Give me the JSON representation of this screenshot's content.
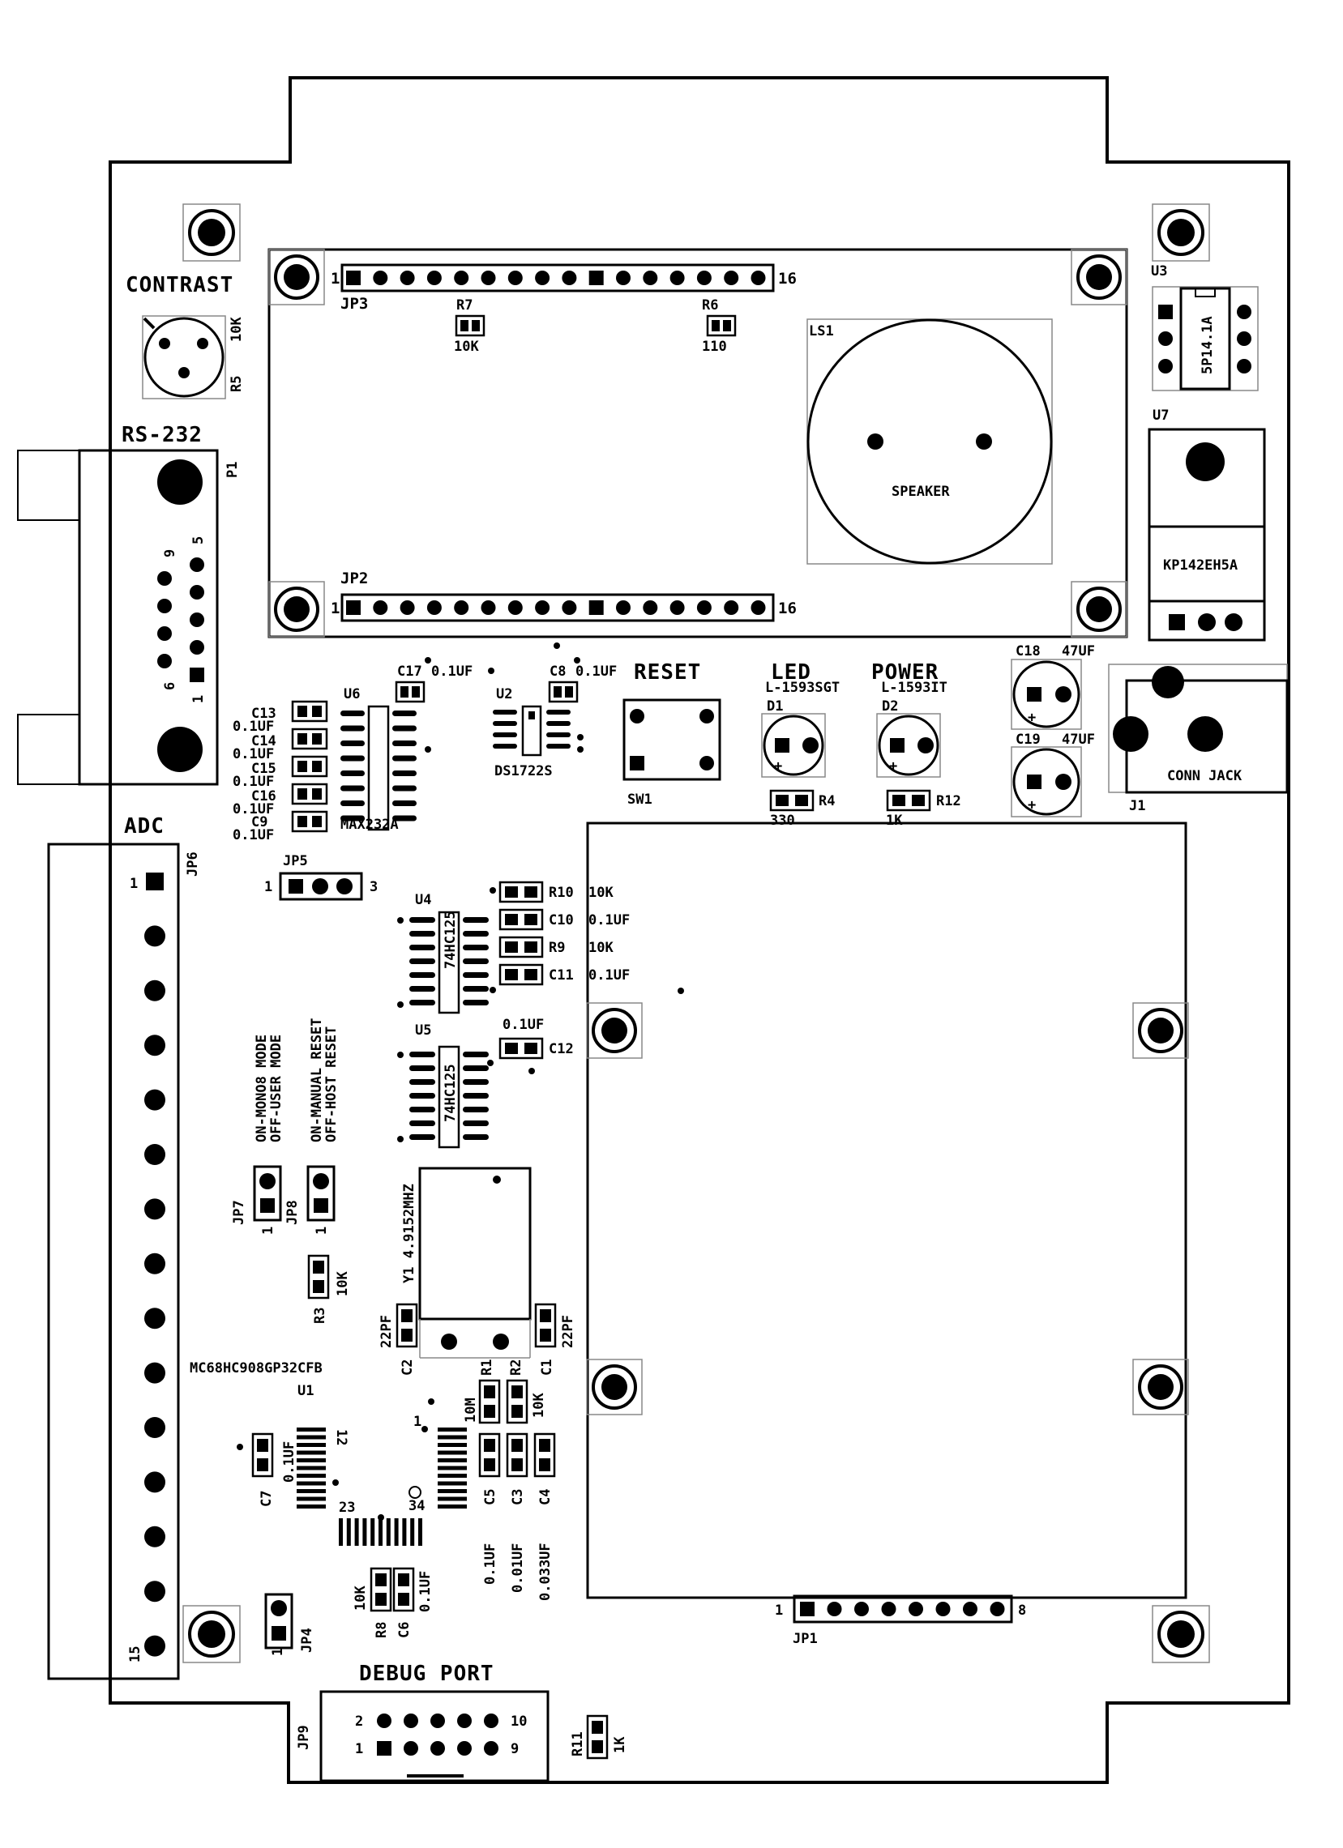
{
  "headers": {
    "contrast": "CONTRAST",
    "rs232": "RS-232",
    "adc": "ADC",
    "reset": "RESET",
    "led": "LED",
    "power": "POWER",
    "debug_port": "DEBUG PORT"
  },
  "lcd": {
    "jp3": "JP3",
    "jp2": "JP2",
    "pin_first": "1",
    "pin_last": "16"
  },
  "resistors": {
    "r7": "R7",
    "r7_val": "10K",
    "r6": "R6",
    "r6_val": "110",
    "r5": "R5",
    "r5_val": "10K",
    "r4": "R4",
    "r4_val": "330",
    "r12": "R12",
    "r12_val": "1K",
    "r10": "R10",
    "r10_val": "10K",
    "r9": "R9",
    "r9_val": "10K",
    "r3": "R3",
    "r3_val": "10K",
    "r1": "R1",
    "r1_val": "10M",
    "r2": "R2",
    "r2_val": "10K",
    "r8": "R8",
    "r8_val": "10K",
    "r11": "R11",
    "r11_val": "1K"
  },
  "capacitors": {
    "c13": "C13",
    "c14": "C14",
    "c15": "C15",
    "c16": "C16",
    "c9": "C9",
    "c_val_01": "0.1UF",
    "c17": "C17",
    "c17_val": "0.1UF",
    "c8": "C8",
    "c8_val": "0.1UF",
    "c18": "C18",
    "c18_val": "47UF",
    "c19": "C19",
    "c19_val": "47UF",
    "c10": "C10",
    "c10_val": "0.1UF",
    "c11": "C11",
    "c11_val": "0.1UF",
    "c12": "C12",
    "c12_val": "0.1UF",
    "c2": "C2",
    "c2_val": "22PF",
    "c1": "C1",
    "c1_val": "22PF",
    "c7": "C7",
    "c7_val": "0.1UF",
    "c5": "C5",
    "c5_val": "0.1UF",
    "c3": "C3",
    "c3_val": "0.01UF",
    "c4": "C4",
    "c4_val": "0.033UF",
    "c6": "C6",
    "c6_val": "0.1UF"
  },
  "components": {
    "u3": "U3",
    "u3_part": "5P14.1A",
    "u7": "U7",
    "u7_part": "KP142EH5A",
    "ls1": "LS1",
    "speaker": "SPEAKER",
    "p1": "P1",
    "p1_pin9": "9",
    "p1_pin5": "5",
    "p1_pin6": "6",
    "p1_pin1": "1",
    "u6": "U6",
    "u6_part": "MAX232A",
    "u2": "U2",
    "u2_part": "DS1722S",
    "sw1": "SW1",
    "d1": "D1",
    "d1_part": "L-1593SGT",
    "d2": "D2",
    "d2_part": "L-1593IT",
    "j1": "J1",
    "j1_part": "CONN JACK",
    "jp6": "JP6",
    "jp6_first": "1",
    "jp6_last": "15",
    "jp5": "JP5",
    "jp5_first": "1",
    "jp5_last": "3",
    "u4": "U4",
    "u4_part": "74HC125",
    "u5": "U5",
    "u5_part": "74HC125",
    "jp7": "JP7",
    "jp8": "JP8",
    "jp_pin1": "1",
    "mode1": "ON-MONO8 MODE",
    "mode2": "OFF-USER MODE",
    "reset1": "ON-MANUAL RESET",
    "reset2": "OFF-HOST RESET",
    "y1": "Y1 4.9152MHZ",
    "mcu": "MC68HC908GP32CFB",
    "u1": "U1",
    "u1_p1": "1",
    "u1_p12": "12",
    "u1_p23": "23",
    "u1_p34": "34",
    "jp4": "JP4",
    "jp4_pin": "1",
    "jp1": "JP1",
    "jp1_first": "1",
    "jp1_last": "8",
    "jp9": "JP9",
    "jp9_p2": "2",
    "jp9_p10": "10",
    "jp9_p1": "1",
    "jp9_p9": "9"
  },
  "colors": {
    "ink": "#000000",
    "paper": "#ffffff",
    "silk_frame": "#888888"
  }
}
